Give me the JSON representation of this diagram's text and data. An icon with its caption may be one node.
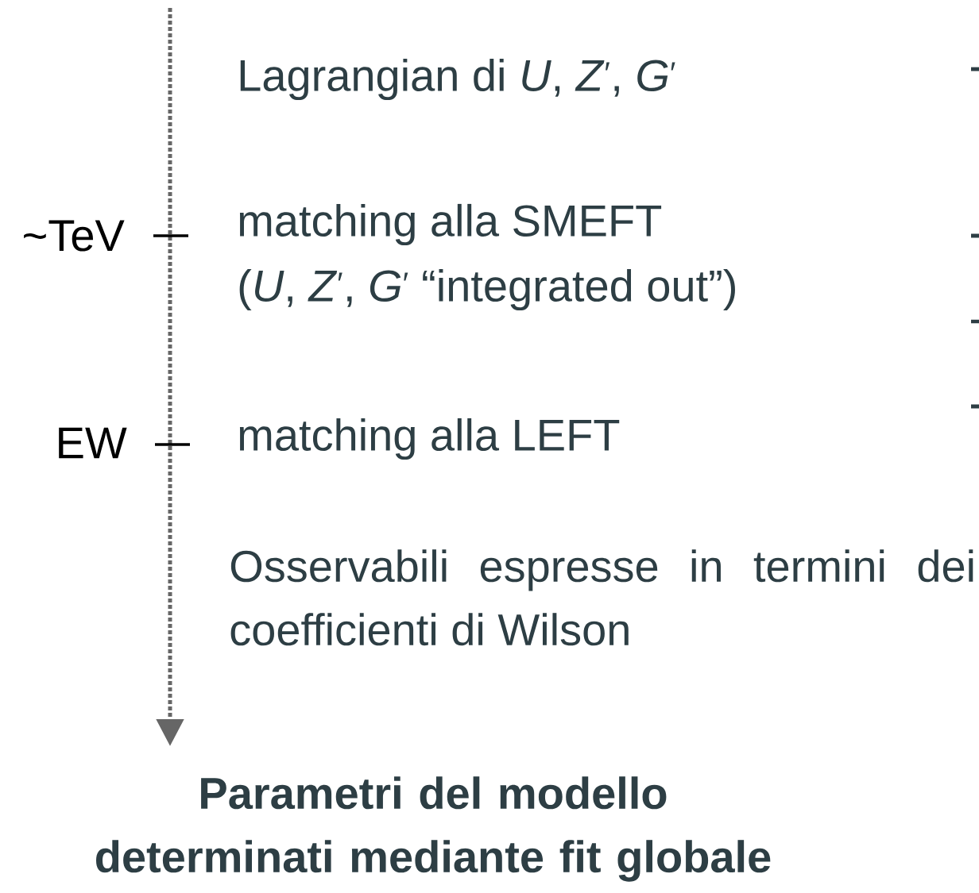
{
  "diagram": {
    "labels": [
      "Lagrangian di *U*, *Z*$^{′}$, *G*$^{′}$",
      "~TeV",
      "matching alla SMEFT",
      "(*U*, *Z*$^{′}$, *G*$^{′}$ “integrated out”)",
      "EW",
      "matching alla LEFT",
      "Osservabili espresse in termini dei coefficienti di Wilson",
      "Parametri del modello determinati mediante fit globale"
    ]
  }
}
